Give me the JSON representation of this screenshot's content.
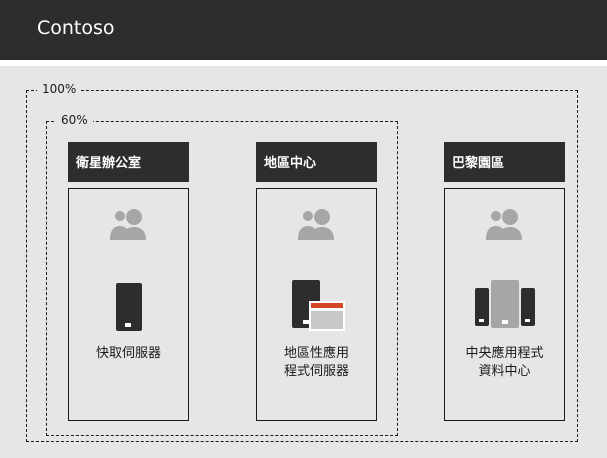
{
  "app": {
    "title": "Contoso"
  },
  "regions": {
    "outer_label": "100%",
    "inner_label": "60%"
  },
  "sites": [
    {
      "header": "衛星辦公室",
      "server_label": "快取伺服器",
      "icon": "single-server-icon"
    },
    {
      "header": "地區中心",
      "server_label": "地區性應用\n程式伺服器",
      "icon": "server-with-app-icon"
    },
    {
      "header": "巴黎園區",
      "server_label": "中央應用程式\n資料中心",
      "icon": "datacenter-servers-icon"
    }
  ],
  "colors": {
    "header_bg": "#2d2d2d",
    "page_bg": "#e6e6e6",
    "icon_gray": "#a6a6a6",
    "device_dark": "#2d2d2d",
    "app_orange": "#d24726",
    "app_light": "#c8c8c8"
  }
}
